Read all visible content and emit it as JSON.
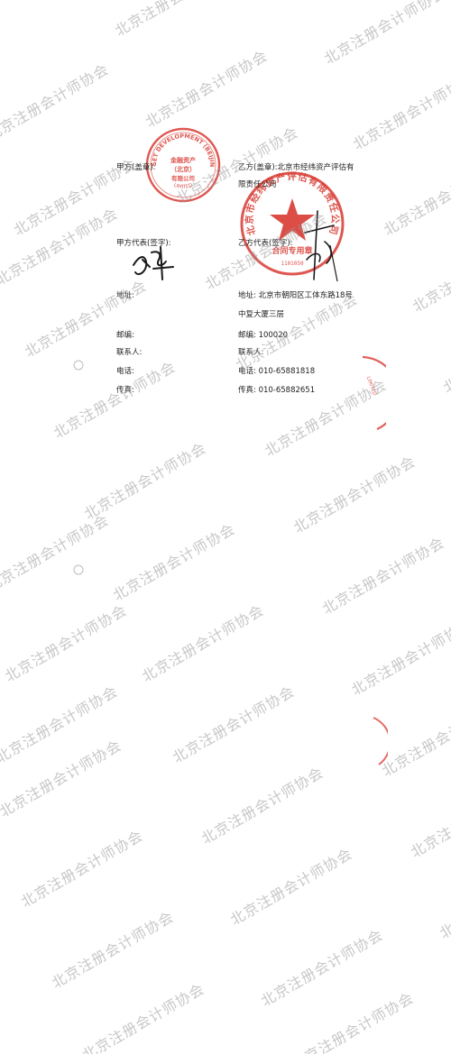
{
  "watermark": "北京注册会计师协会",
  "colors": {
    "seal": "#d83a32",
    "watermark": "#9a9a9a",
    "text": "#222222"
  },
  "party_a": {
    "stamp_label": "甲方(盖章):",
    "rep_label": "甲方代表(签字):",
    "address_label": "地址:",
    "postcode_label": "邮编:",
    "contact_label": "联系人:",
    "phone_label": "电话:",
    "fax_label": "传真:",
    "seal_text": "ASSET DEVELOPMENT (BEIJING)",
    "seal_bottom": "LIMITED",
    "seal_inner": "金融资产（北京）有限公司"
  },
  "party_b": {
    "stamp_label": "乙方(盖章):北京市经纬资产评估有",
    "stamp_label_2": "限责任公司",
    "rep_label": "乙方代表(签字):",
    "address_line1": "地址: 北京市朝阳区工体东路18号",
    "address_line2": "中复大厦三层",
    "postcode": "邮编: 100020",
    "contact": "联系人:",
    "phone": "电话: 010-65881818",
    "fax": "传真: 010-65882651",
    "seal_text": "北京市经纬资产评估有限责任公司",
    "seal_sub": "合同专用章",
    "seal_code": "1101050"
  },
  "edge_seal": {
    "fragment": "LIMITED"
  }
}
